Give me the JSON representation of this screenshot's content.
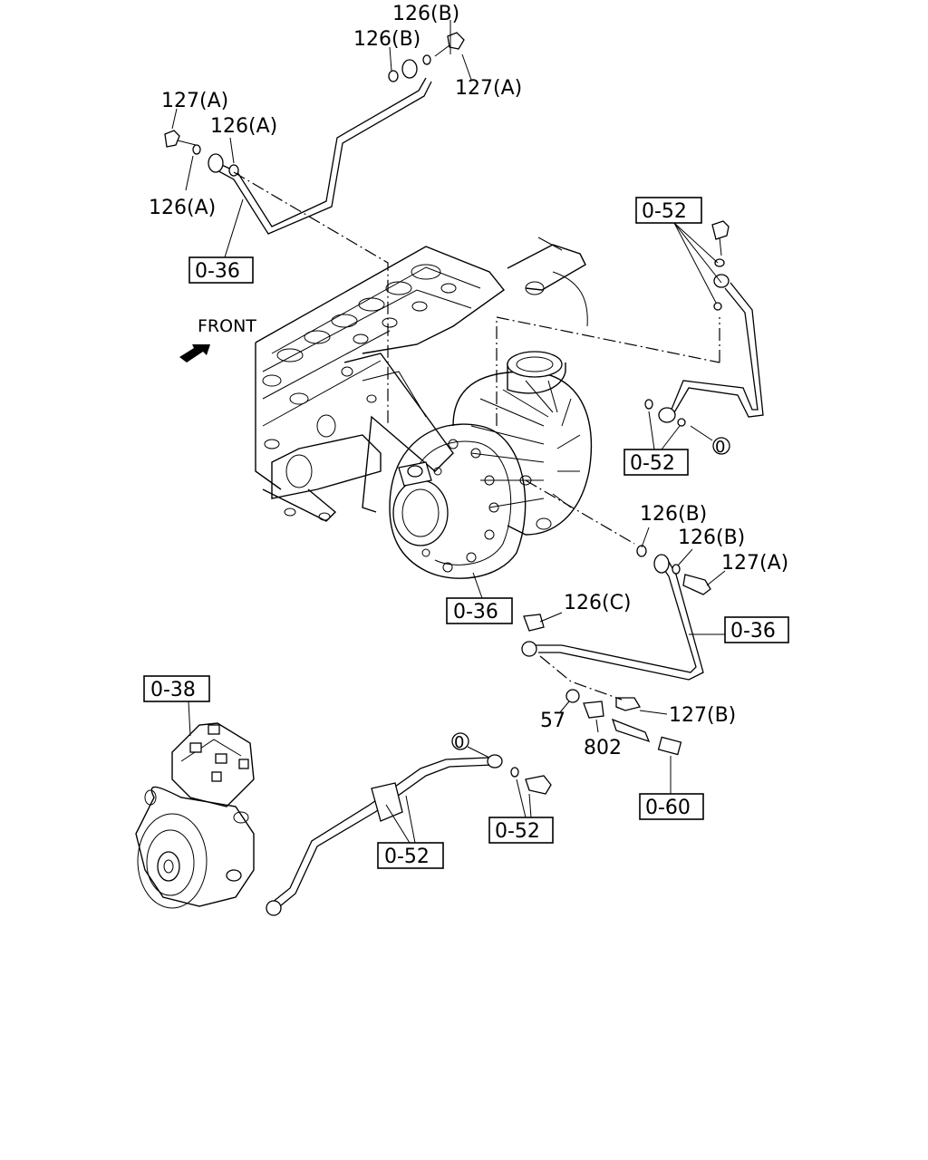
{
  "diagram": {
    "front_label": "FRONT",
    "callouts": {
      "p126b_top1": "126(B)",
      "p126b_top2": "126(B)",
      "p127a_top": "127(A)",
      "p127a_left": "127(A)",
      "p126a_right": "126(A)",
      "p126a_left": "126(A)",
      "p126b_mid1": "126(B)",
      "p126b_mid2": "126(B)",
      "p127a_mid": "127(A)",
      "p126c": "126(C)",
      "p57": "57",
      "p802": "802",
      "p127b": "127(B)",
      "circle_o_right": "0",
      "circle_o_bottom": "0"
    },
    "refs": {
      "ref_036_top": "0-36",
      "ref_052_top": "0-52",
      "ref_052_mid": "0-52",
      "ref_036_center": "0-36",
      "ref_036_right": "0-36",
      "ref_038": "0-38",
      "ref_060": "0-60",
      "ref_052_bottom_right": "0-52",
      "ref_052_bottom_left": "0-52"
    }
  }
}
